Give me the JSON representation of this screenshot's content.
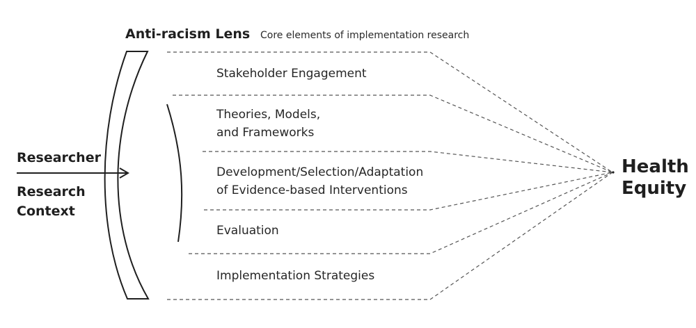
{
  "lens": {
    "title": "Anti-racism Lens",
    "subtitle": "Core elements of implementation research"
  },
  "input": {
    "researcher": "Researcher",
    "context_line1": "Research",
    "context_line2": "Context"
  },
  "outcome": {
    "line1": "Health",
    "line2": "Equity"
  },
  "elements": [
    {
      "lines": [
        "Stakeholder Engagement"
      ]
    },
    {
      "lines": [
        "Theories, Models,",
        "and Frameworks"
      ]
    },
    {
      "lines": [
        "Development/Selection/Adaptation",
        "of Evidence-based Interventions"
      ]
    },
    {
      "lines": [
        "Evaluation"
      ]
    },
    {
      "lines": [
        "Implementation Strategies"
      ]
    }
  ],
  "colors": {
    "ink": "#1f1f1f",
    "dashed_line": "#555555"
  }
}
